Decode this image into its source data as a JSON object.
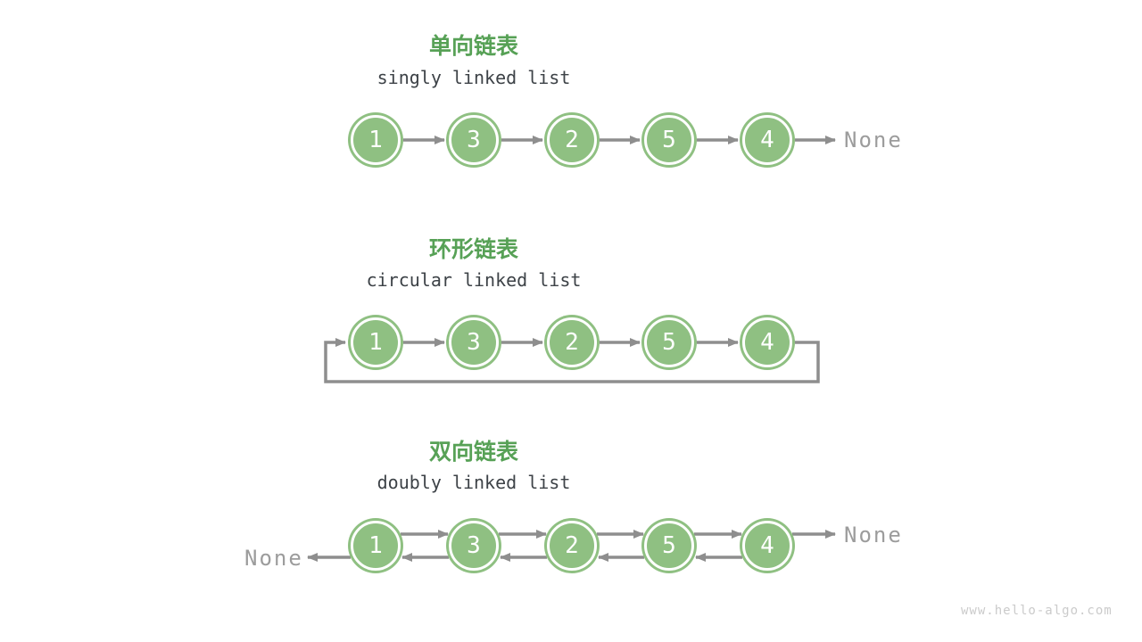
{
  "colors": {
    "node_green": "#8FC082",
    "title_green": "#57A156",
    "arrow_gray": "#8E8E8E",
    "none_gray": "#9C9C9C",
    "subtitle_dark": "#3D4247",
    "watermark_gray": "#CBCBCB"
  },
  "sections": {
    "singly": {
      "title": "单向链表",
      "subtitle": "singly linked list",
      "nodes": [
        "1",
        "3",
        "2",
        "5",
        "4"
      ],
      "tail_label": "None"
    },
    "circular": {
      "title": "环形链表",
      "subtitle": "circular linked list",
      "nodes": [
        "1",
        "3",
        "2",
        "5",
        "4"
      ]
    },
    "doubly": {
      "title": "双向链表",
      "subtitle": "doubly linked list",
      "nodes": [
        "1",
        "3",
        "2",
        "5",
        "4"
      ],
      "head_label": "None",
      "tail_label": "None"
    }
  },
  "watermark": "www.hello-algo.com"
}
